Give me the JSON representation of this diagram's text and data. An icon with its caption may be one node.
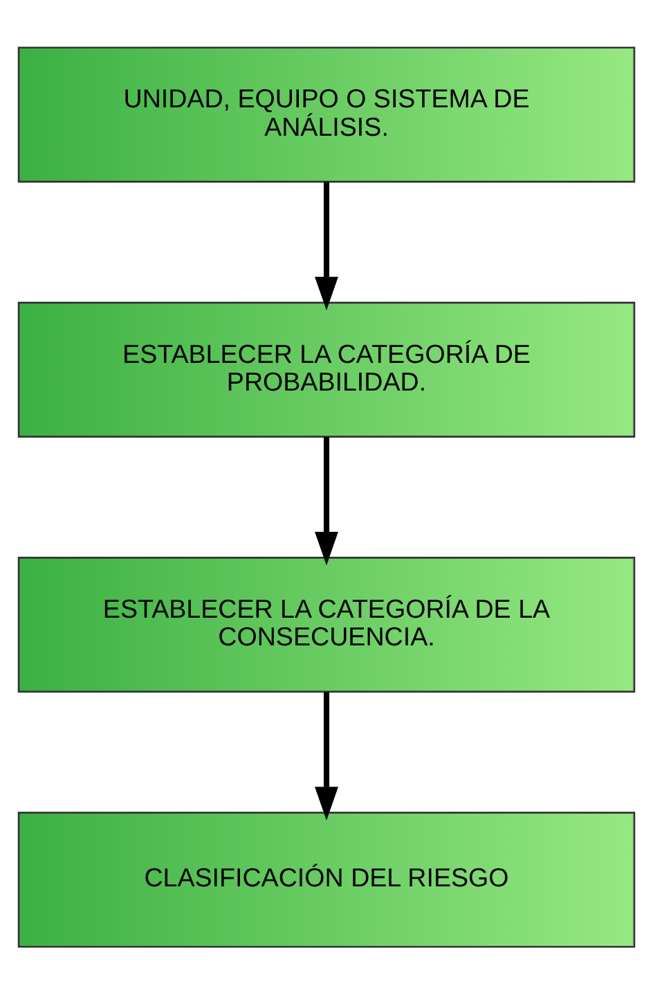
{
  "diagram": {
    "nodes": [
      {
        "text": [
          "UNIDAD, EQUIPO O SISTEMA DE ANÁLISIS."
        ]
      },
      {
        "text": [
          "ESTABLECER LA CATEGORÍA DE PROBABILIDAD."
        ]
      },
      {
        "text": [
          "ESTABLECER LA CATEGORÍA DE LA CONSECUENCIA."
        ]
      },
      {
        "text": [
          "CLASIFICACIÓN DEL RIESGO"
        ]
      }
    ],
    "edges": [
      {
        "from": 0,
        "to": 1,
        "arrow": "to"
      },
      {
        "from": 1,
        "to": 2,
        "arrow": "to"
      },
      {
        "from": 2,
        "to": 3,
        "arrow": "to"
      }
    ]
  }
}
